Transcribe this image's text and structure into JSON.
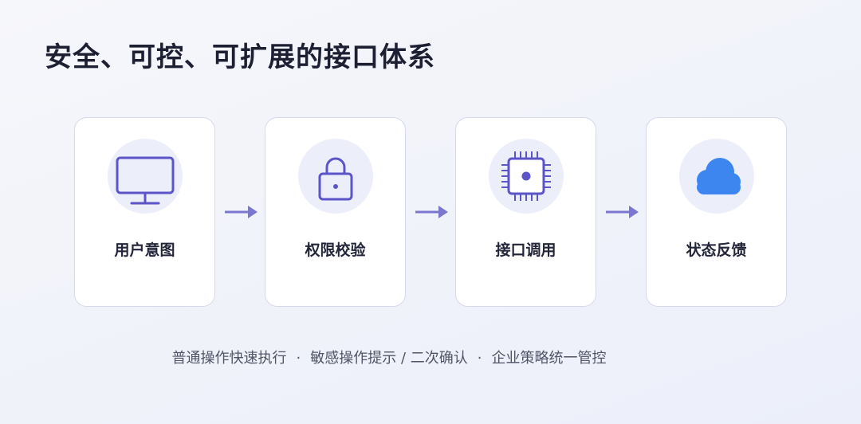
{
  "title": "安全、可控、可扩展的接口体系",
  "steps": [
    {
      "label": "用户意图",
      "icon": "monitor-icon"
    },
    {
      "label": "权限校验",
      "icon": "lock-icon"
    },
    {
      "label": "接口调用",
      "icon": "chip-icon"
    },
    {
      "label": "状态反馈",
      "icon": "cloud-icon"
    }
  ],
  "footer": {
    "items": [
      "普通操作快速执行",
      "敏感操作提示 / 二次确认",
      "企业策略统一管控"
    ],
    "separator": "·"
  },
  "colors": {
    "accent": "#5b55c9",
    "arrow": "#7b76cf",
    "cloud": "#3d86f0",
    "icon_bg": "#eceef9",
    "card_border": "#d6d9ea"
  }
}
